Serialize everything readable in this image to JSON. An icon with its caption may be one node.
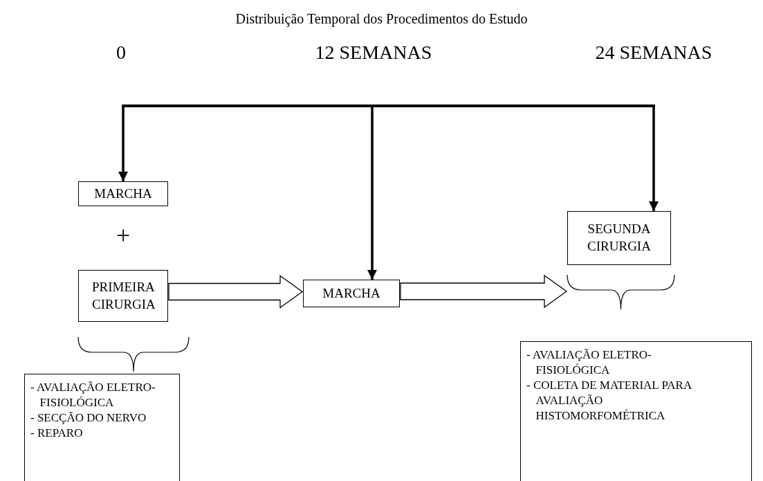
{
  "diagram": {
    "title": "Distribuição Temporal dos Procedimentos do Estudo",
    "nodes": [
      {
        "text": [
          "MARCHA"
        ]
      },
      {
        "text": [
          "PRIMEIRA CIRURGIA"
        ]
      },
      {
        "text": [
          "MARCHA"
        ]
      },
      {
        "text": [
          "SEGUNDA CIRURGIA"
        ]
      },
      {
        "text": [
          "- AVALIAÇÃO ELETRO- FISIOLÓGICA",
          "- SECÇÃO DO NERVO",
          "- REPARO"
        ]
      },
      {
        "text": [
          "- AVALIAÇÃO ELETRO- FISIOLÓGICA",
          "- COLETA DE MATERIAL PARA AVALIAÇÃO HISTOMORFOMÉTRICA"
        ]
      }
    ],
    "edges": [
      {
        "from": null,
        "to": 0,
        "arrow": "to"
      },
      {
        "from": null,
        "to": 2,
        "arrow": "to"
      },
      {
        "from": null,
        "to": 3,
        "arrow": "to"
      },
      {
        "from": 1,
        "to": 2,
        "arrow": "to",
        "style": "thick"
      },
      {
        "from": 2,
        "to": 3,
        "arrow": "to",
        "style": "thick"
      }
    ],
    "labels": [
      "0",
      "12 SEMANAS",
      "24 SEMANAS",
      "+"
    ]
  }
}
